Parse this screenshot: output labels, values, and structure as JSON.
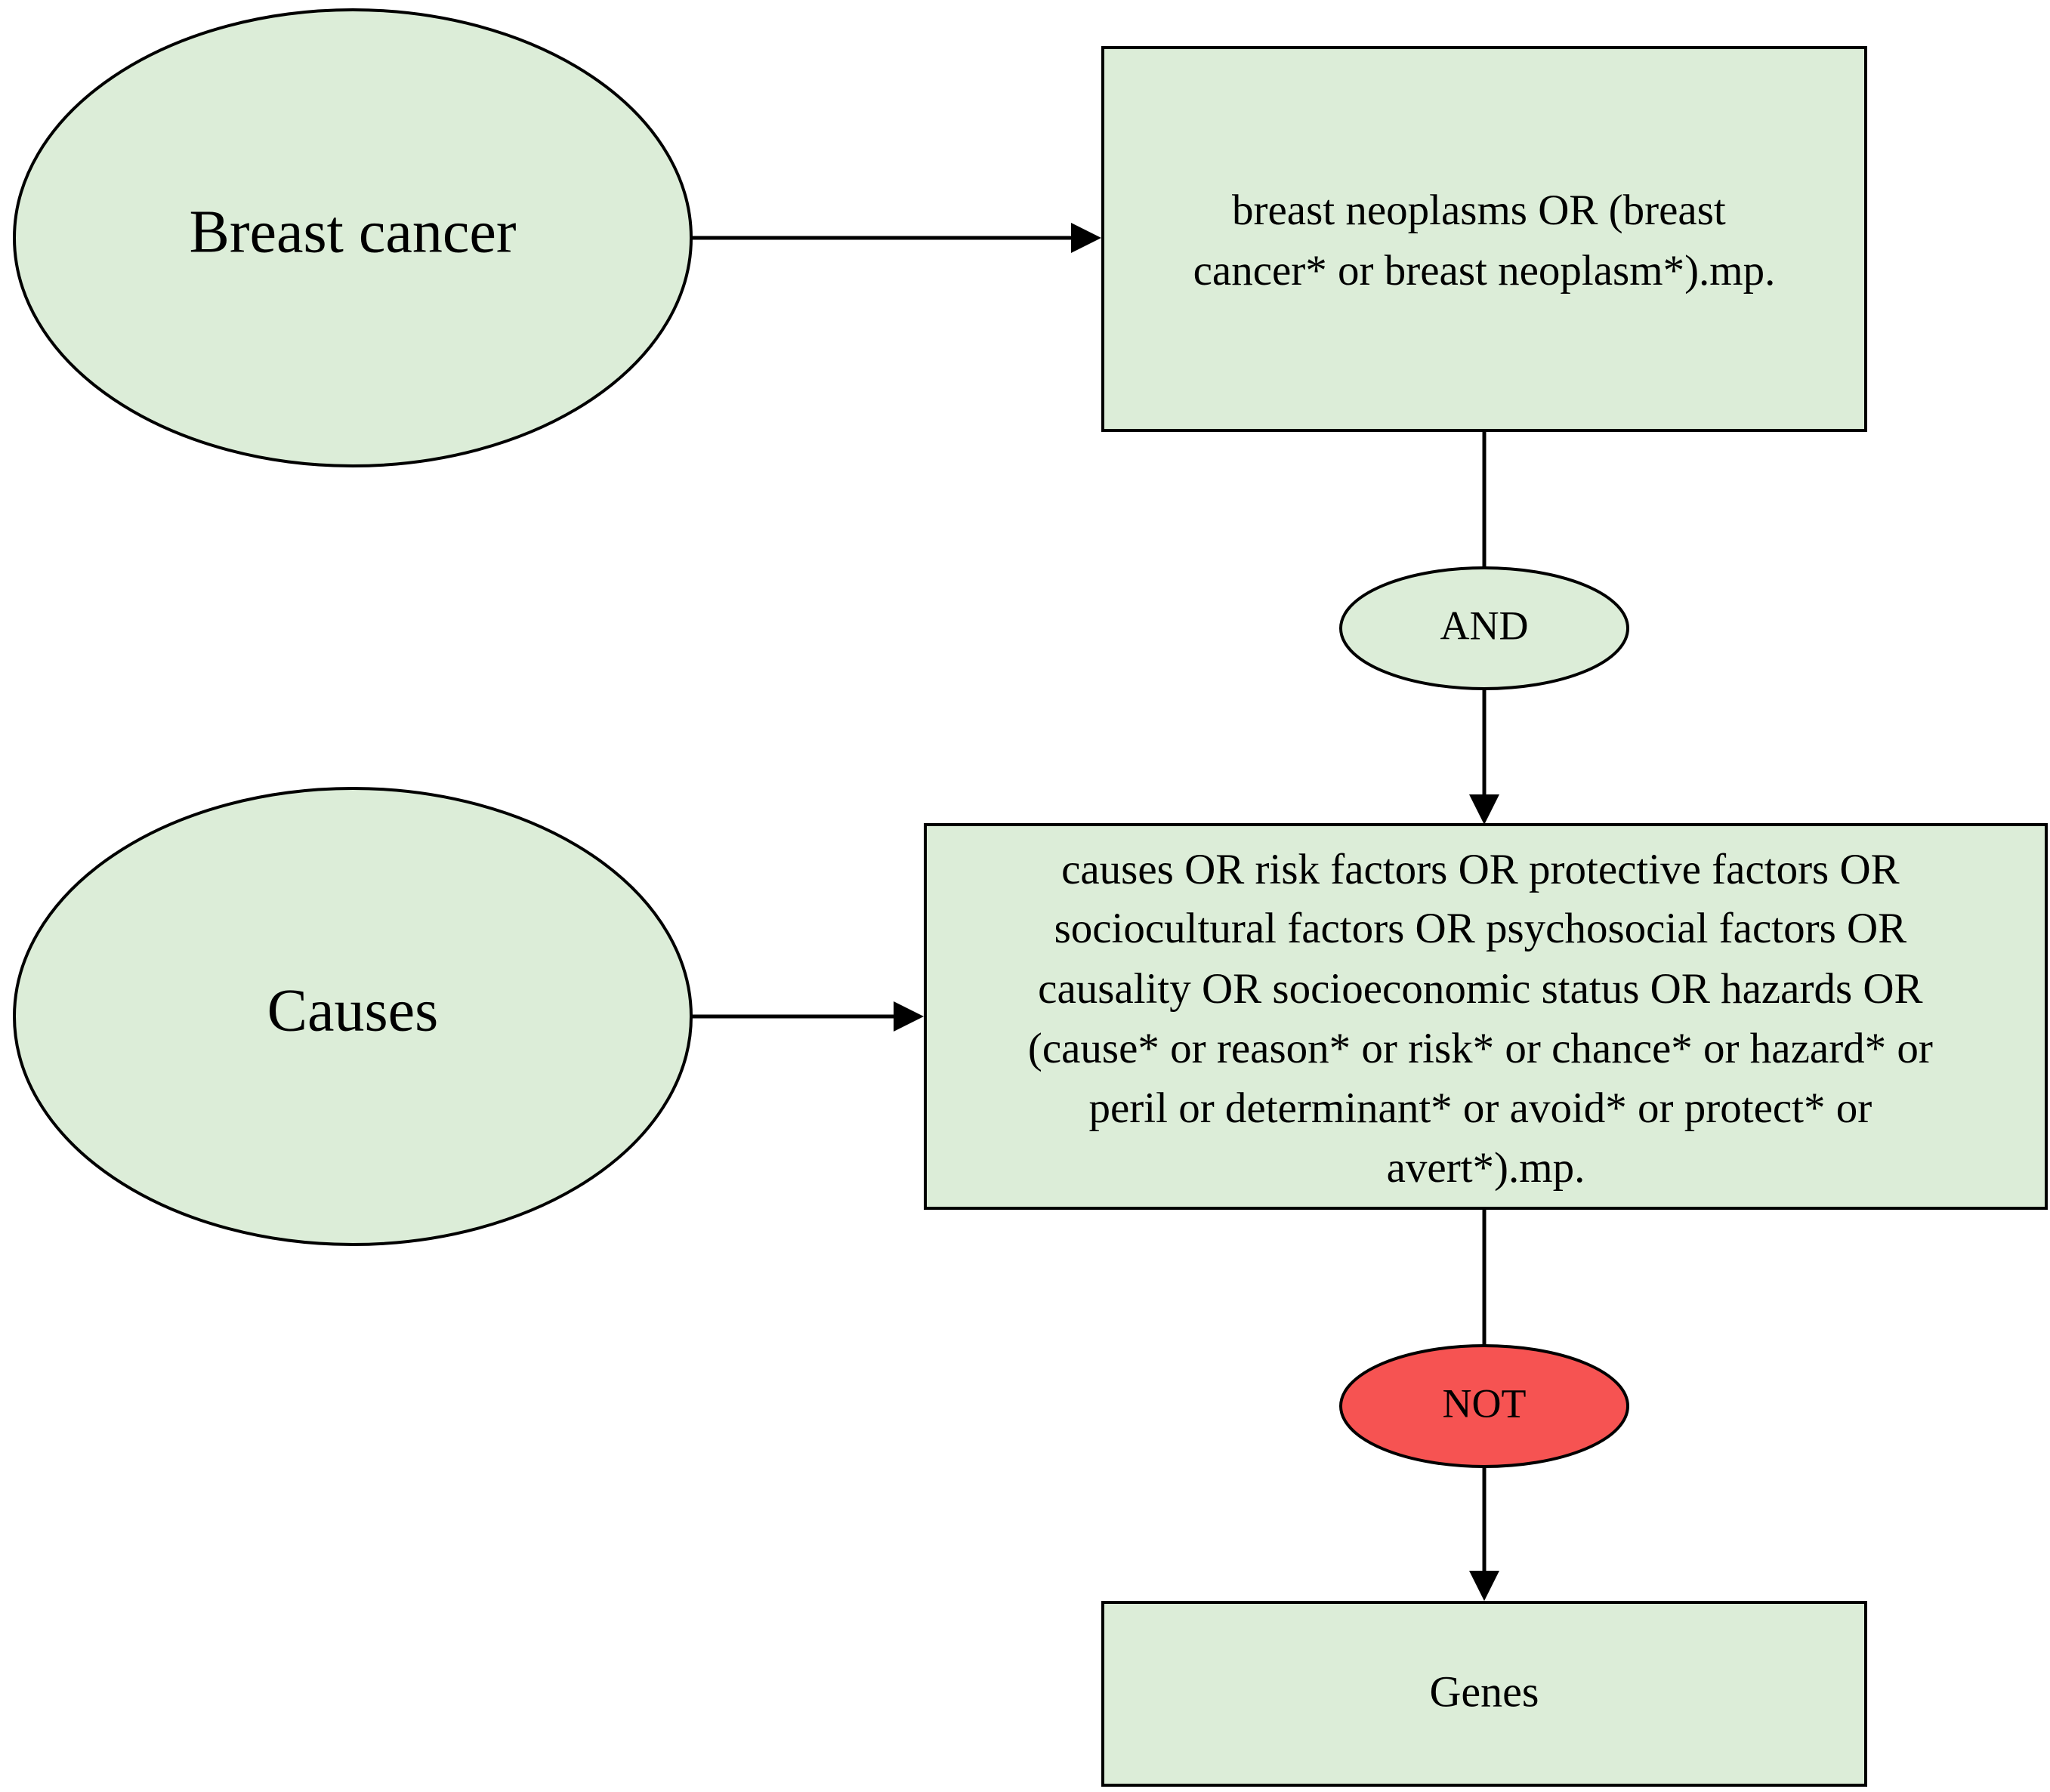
{
  "colors": {
    "node_fill": "#dcedd8",
    "not_fill": "#f65352",
    "stroke": "#000000"
  },
  "nodes": {
    "breast_cancer": {
      "label": "Breast cancer"
    },
    "breast_query": {
      "lines": [
        "breast neoplasms OR (breast",
        "cancer* or breast neoplasm*).mp."
      ]
    },
    "and_operator": {
      "label": "AND"
    },
    "causes": {
      "label": "Causes"
    },
    "causes_query": {
      "lines": [
        "causes OR risk factors OR protective factors OR",
        "sociocultural factors OR psychosocial factors OR",
        "causality OR socioeconomic status OR hazards OR",
        "(cause* or reason* or risk* or chance* or hazard* or",
        "peril or determinant* or avoid* or protect* or",
        "avert*).mp."
      ]
    },
    "not_operator": {
      "label": "NOT"
    },
    "genes": {
      "label": "Genes"
    }
  }
}
